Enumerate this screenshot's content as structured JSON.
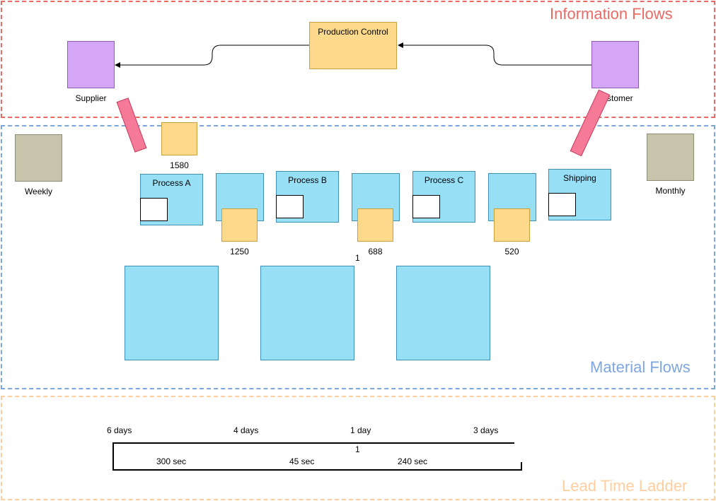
{
  "zones": {
    "information": "Information Flows",
    "material": "Material Flows",
    "lead_time": "Lead Time Ladder"
  },
  "nodes": {
    "production_control": "Production Control",
    "supplier": "Supplier",
    "customer": "stomer",
    "weekly": "Weekly",
    "monthly": "Monthly",
    "process_a": "Process A",
    "process_b": "Process B",
    "process_c": "Process C",
    "shipping": "Shipping"
  },
  "inventory": {
    "raw": "1580",
    "after_a": "1250",
    "after_b": "688",
    "after_c": "520",
    "stray": "1"
  },
  "ladder": {
    "days": [
      "6 days",
      "4 days",
      "1 day",
      "3 days"
    ],
    "times": [
      "300 sec",
      "45 sec",
      "240 sec"
    ],
    "stray": "1"
  },
  "colors": {
    "info_zone": "#ea6b66",
    "material_zone": "#7ea6e0",
    "lead_zone": "#ffce9f"
  }
}
